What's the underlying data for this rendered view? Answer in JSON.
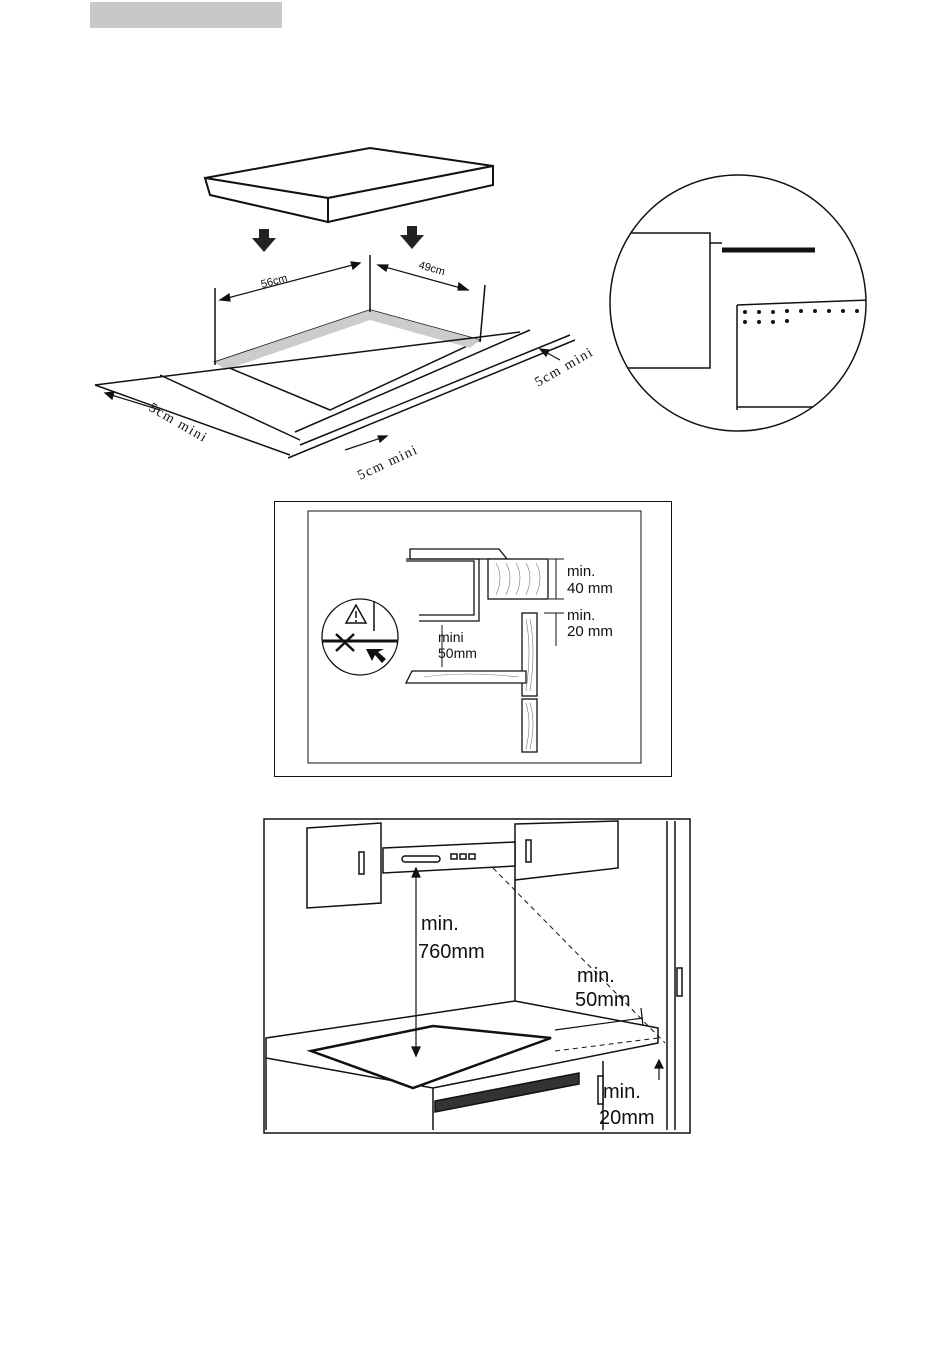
{
  "header": {
    "bar_color": "#c8c8c8"
  },
  "diagram_cutout": {
    "width_label": "56cm",
    "depth_label": "49cm",
    "clearance_left": "5cm mini",
    "clearance_front": "5cm mini",
    "clearance_right": "5cm mini"
  },
  "diagram_section": {
    "worktop_thickness": "min.",
    "worktop_thickness_value": "40 mm",
    "gap_label": "min.",
    "gap_value": "20 mm",
    "below_label": "mini",
    "below_value": "50mm",
    "warning_icon": "warning-triangle-icon"
  },
  "diagram_kitchen": {
    "hood_label": "min.",
    "hood_value": "760mm",
    "wall_label": "min.",
    "wall_value": "50mm",
    "side_label": "min.",
    "side_value": "20mm"
  }
}
